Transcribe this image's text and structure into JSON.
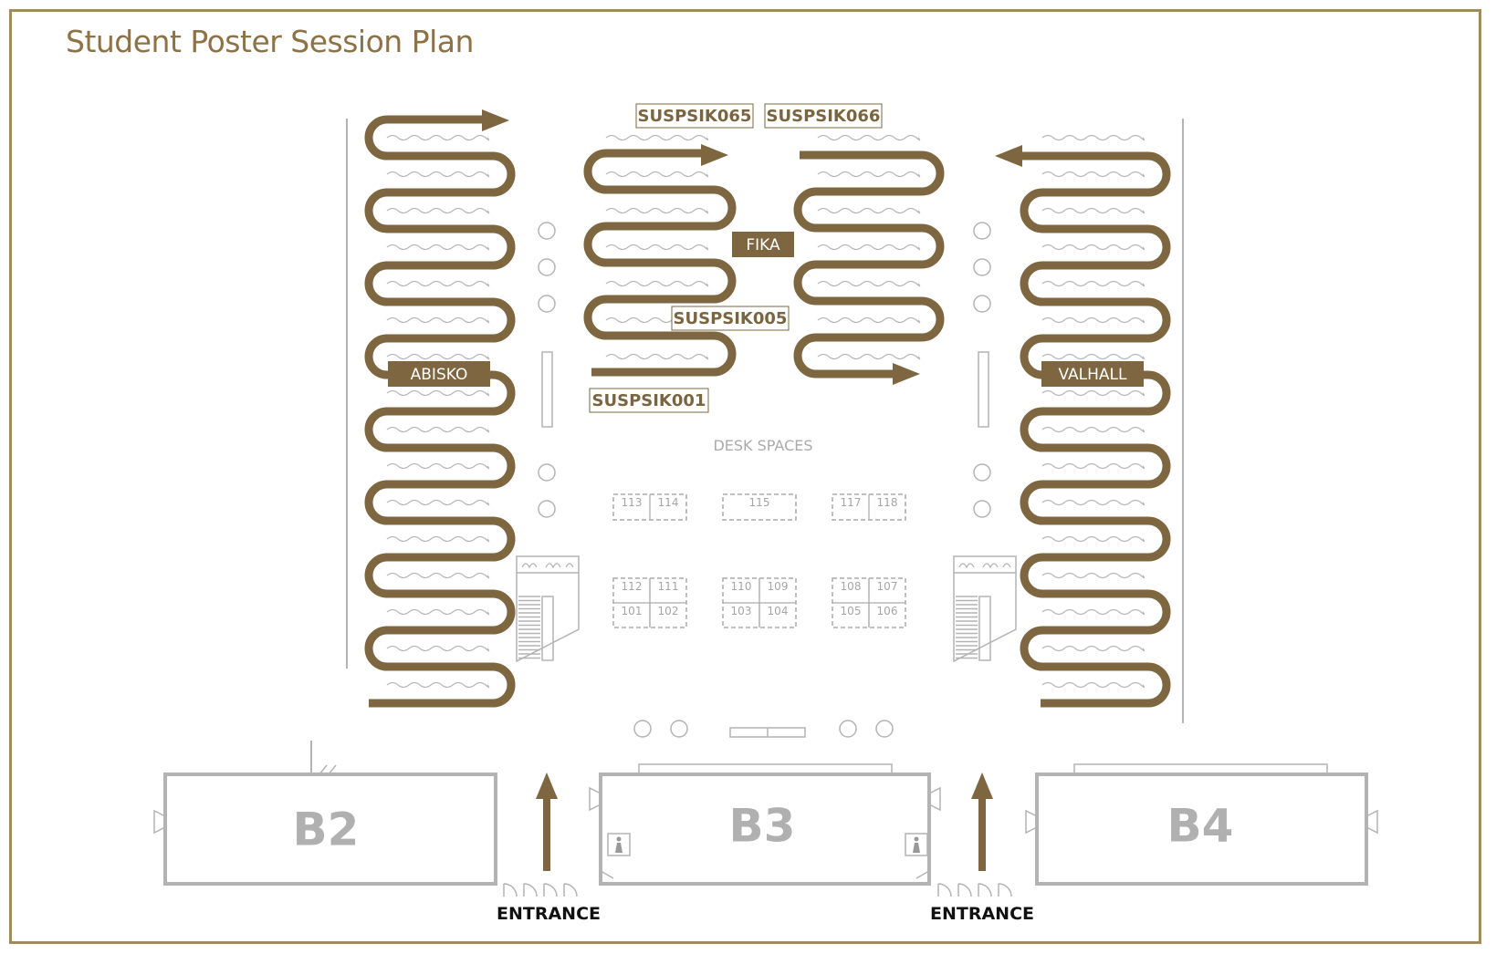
{
  "title": "Student Poster Session Plan",
  "colors": {
    "accent": "#7d6640",
    "frame": "#a08a5e",
    "grey": "#b3b3b3"
  },
  "rooms": {
    "abisko": "ABISKO",
    "valhall": "VALHALL",
    "fika": "FIKA"
  },
  "codes": {
    "c065": "SUSPSIK065",
    "c066": "SUSPSIK066",
    "c005": "SUSPSIK005",
    "c001": "SUSPSIK001"
  },
  "desk_spaces": {
    "title": "DESK SPACES",
    "desks": [
      "113",
      "114",
      "115",
      "117",
      "118",
      "112",
      "111",
      "101",
      "102",
      "110",
      "109",
      "103",
      "104",
      "108",
      "107",
      "105",
      "106"
    ]
  },
  "buildings": {
    "b2": "B2",
    "b3": "B3",
    "b4": "B4"
  },
  "entrances": {
    "left": "ENTRANCE",
    "right": "ENTRANCE"
  }
}
